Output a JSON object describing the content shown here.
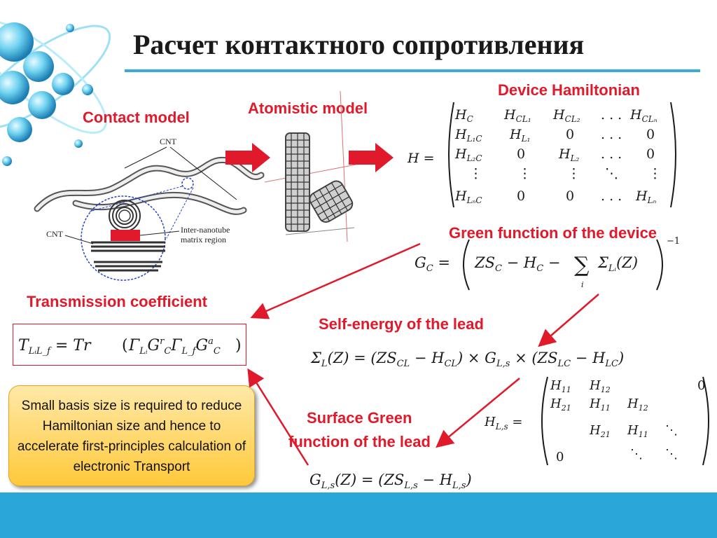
{
  "slide": {
    "title": "Расчет контактного сопротивления"
  },
  "labels": {
    "contact_model": "Contact model",
    "atomistic_model": "Atomistic model",
    "device_hamiltonian": "Device Hamiltonian",
    "green_function_device": "Green function of the device",
    "transmission_coefficient": "Transmission coefficient",
    "self_energy_lead": "Self-energy of the lead",
    "surface_green_line1": "Surface Green",
    "surface_green_line2": "function of the lead"
  },
  "diagram_text": {
    "cnt_top": "CNT",
    "cnt_left": "CNT",
    "inter_nanotube_line1": "Inter-nanotube",
    "inter_nanotube_line2": "matrix region"
  },
  "note": {
    "text": "Small basis size is required to reduce Hamiltonian size and hence to accelerate first-principles calculation of electronic Transport"
  },
  "colors": {
    "accent_red": "#e0192b",
    "rule_blue": "#3aa9dc",
    "footer_blue": "#2aa6d9",
    "note_fill": "#ffc93a"
  }
}
